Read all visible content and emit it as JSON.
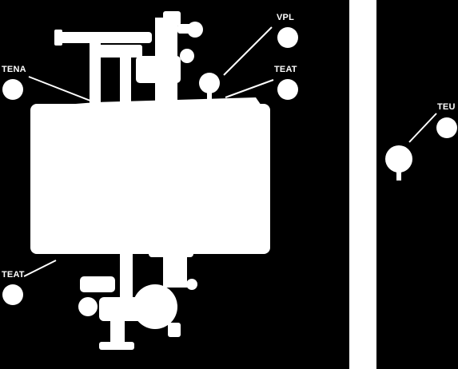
{
  "colors": {
    "background": "#000000",
    "silhouette": "#ffffff",
    "leader_line": "#ffffff"
  },
  "callouts": {
    "vpl": {
      "label": "VPL"
    },
    "teat_top": {
      "label": "TEAT"
    },
    "tena": {
      "label": "TENA"
    },
    "teat_bottom": {
      "label": "TEAT"
    },
    "teu": {
      "label": "TEU"
    }
  }
}
